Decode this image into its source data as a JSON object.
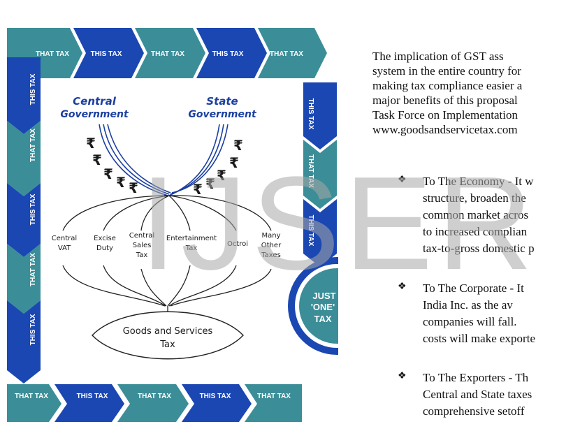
{
  "watermark": "IJSER",
  "frame_arrows": {
    "top": [
      "THAT TAX",
      "THIS TAX",
      "THAT TAX",
      "THIS TAX",
      "THAT TAX"
    ],
    "bottom": [
      "THAT TAX",
      "THIS TAX",
      "THAT TAX",
      "THIS TAX",
      "THAT TAX"
    ],
    "left": [
      "THIS TAX",
      "THAT TAX",
      "THIS TAX",
      "THAT TAX",
      "THIS TAX"
    ],
    "right": [
      "THIS TAX",
      "THAT TAX",
      "THIS TAX"
    ]
  },
  "badge": {
    "line1": "JUST",
    "line2": "'ONE'",
    "line3": "TAX"
  },
  "diagram": {
    "central_gov": {
      "line1": "Central",
      "line2": "Government"
    },
    "state_gov": {
      "line1": "State",
      "line2": "Government"
    },
    "rupee": "₹",
    "taxes": [
      {
        "line1": "Central",
        "line2": "VAT",
        "line3": ""
      },
      {
        "line1": "Excise",
        "line2": "Duty",
        "line3": ""
      },
      {
        "line1": "Central",
        "line2": "Sales",
        "line3": "Tax"
      },
      {
        "line1": "Entertainment",
        "line2": "Tax",
        "line3": ""
      },
      {
        "line1": "Octroi",
        "line2": "",
        "line3": ""
      },
      {
        "line1": "Many",
        "line2": "Other",
        "line3": "Taxes"
      }
    ],
    "gst": {
      "line1": "Goods and Services",
      "line2": "Tax"
    }
  },
  "text": {
    "intro_lines": [
      "The implication of GST ass",
      "system in the entire country for",
      "making tax compliance easier a",
      "major benefits of this proposal",
      "Task Force on Implementation",
      "www.goodsandservicetax.com"
    ],
    "bullet_symbol": "❖",
    "bullets": [
      {
        "lines": [
          "To The Economy - It w",
          "structure, broaden the",
          "common market acros",
          "to increased complian",
          "tax-to-gross domestic p"
        ]
      },
      {
        "lines": [
          "To The Corporate - It",
          "India Inc. as the av",
          "companies will fall.",
          "costs will make exporte"
        ]
      },
      {
        "lines": [
          "To The Exporters - Th",
          "Central and State taxes",
          "comprehensive setoff"
        ]
      }
    ]
  }
}
